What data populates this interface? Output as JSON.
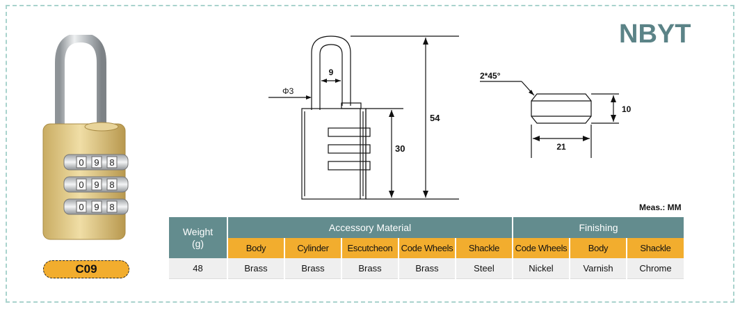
{
  "brand": "NBYT",
  "model": "C09",
  "measure_unit": "Meas.: MM",
  "product_image": {
    "wheel_digits": [
      "0",
      "9",
      "8"
    ],
    "colors": {
      "brass": "#d9c07a",
      "brass_dark": "#b59a52",
      "shackle": "#b8bcc0",
      "wheels": "#cfd2d4"
    }
  },
  "drawing_labels": {
    "shackle_diameter": "Φ3",
    "shackle_gap": "9",
    "total_height": "54",
    "body_height": "30",
    "chamfer": "2*45°",
    "section_height": "10",
    "section_width": "21"
  },
  "table": {
    "weight_header": "Weight\n(g)",
    "accessory_header": "Accessory Material",
    "finishing_header": "Finishing",
    "accessory_columns": [
      "Body",
      "Cylinder",
      "Escutcheon",
      "Code Wheels",
      "Shackle"
    ],
    "finishing_columns": [
      "Code Wheels",
      "Body",
      "Shackle"
    ],
    "weight_value": "48",
    "accessory_values": [
      "Brass",
      "Brass",
      "Brass",
      "Brass",
      "Steel"
    ],
    "finishing_values": [
      "Nickel",
      "Varnish",
      "Chrome"
    ]
  },
  "colors": {
    "frame_dash": "#a9d3cd",
    "header_teal": "#638c8e",
    "header_orange": "#f2ad2e",
    "row_gray": "#efefef",
    "brand_text": "#5b8387"
  }
}
